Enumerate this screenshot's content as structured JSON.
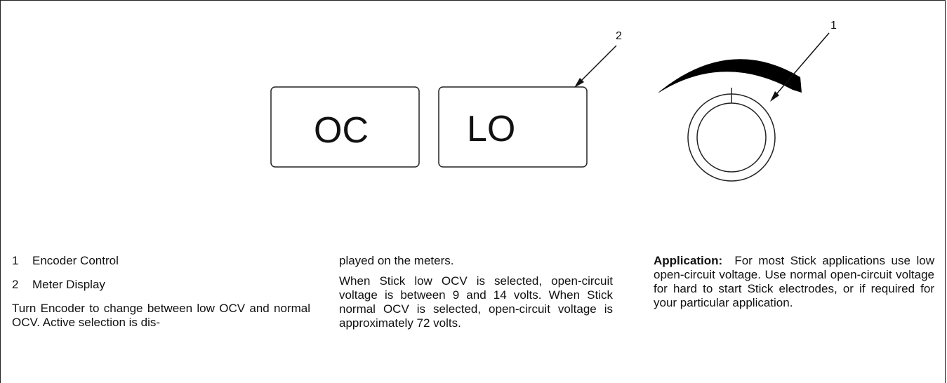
{
  "figure": {
    "display_left": "OC",
    "display_right": "LO",
    "callouts": [
      "1",
      "2"
    ]
  },
  "legend": [
    {
      "num": "1",
      "label": "Encoder Control"
    },
    {
      "num": "2",
      "label": "Meter Display"
    }
  ],
  "col1_text": "Turn Encoder to change between low OCV and normal OCV. Active selection is dis-",
  "col2_para1": "played on the meters.",
  "col2_para2": "When Stick low OCV is selected, open-circuit voltage is between 9 and 14 volts. When Stick normal OCV is selected, open-circuit voltage is approximately 72 volts.",
  "col3_label": "Application:",
  "col3_text": "For most Stick applications use low open-circuit voltage. Use normal open-circuit voltage for hard to start Stick electrodes, or if required for your particular application."
}
